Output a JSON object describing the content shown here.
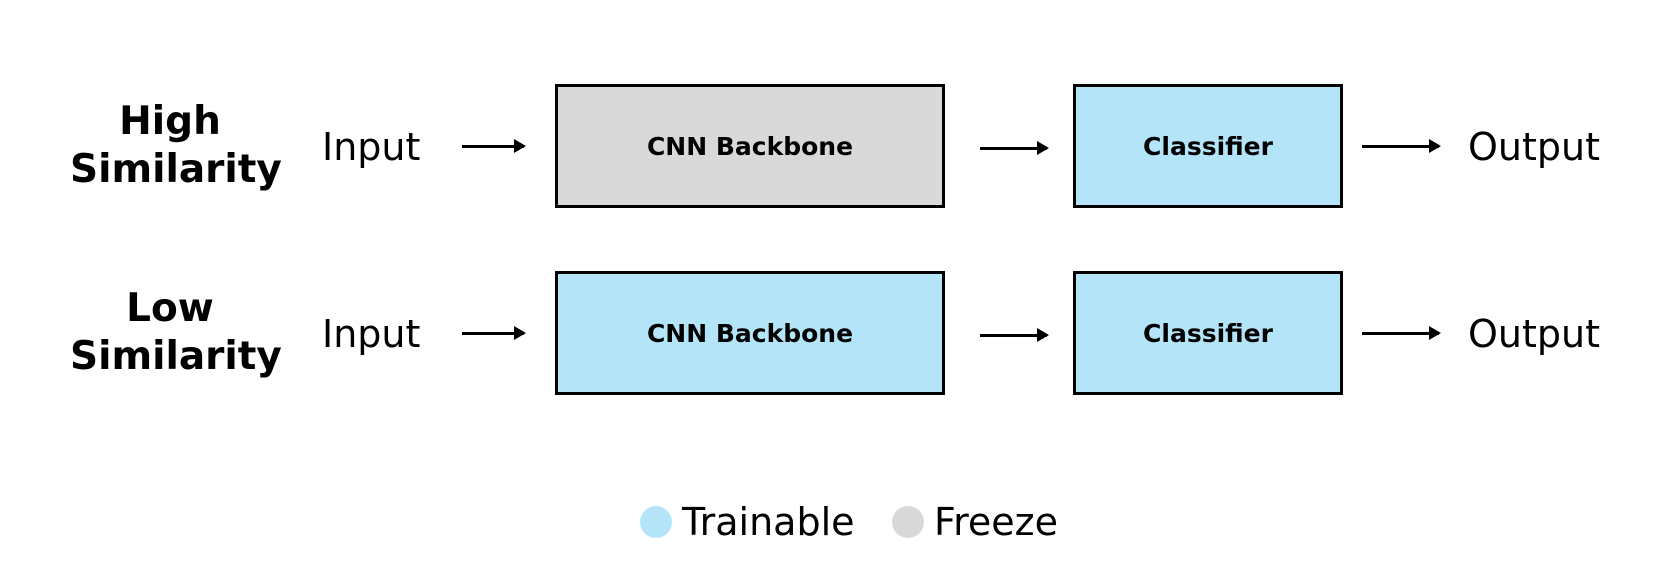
{
  "colors": {
    "trainable": "#b3e4f8",
    "freeze": "#d9d9d9",
    "stroke": "#000000"
  },
  "rows": [
    {
      "label_line1": "High",
      "label_line2": "Similarity",
      "input": "Input",
      "backbone": {
        "label": "CNN Backbone",
        "state": "freeze"
      },
      "classifier": {
        "label": "Classifier",
        "state": "trainable"
      },
      "output": "Output"
    },
    {
      "label_line1": "Low",
      "label_line2": "Similarity",
      "input": "Input",
      "backbone": {
        "label": "CNN Backbone",
        "state": "trainable"
      },
      "classifier": {
        "label": "Classifier",
        "state": "trainable"
      },
      "output": "Output"
    }
  ],
  "legend": [
    {
      "label": "Trainable",
      "state": "trainable"
    },
    {
      "label": "Freeze",
      "state": "freeze"
    }
  ]
}
